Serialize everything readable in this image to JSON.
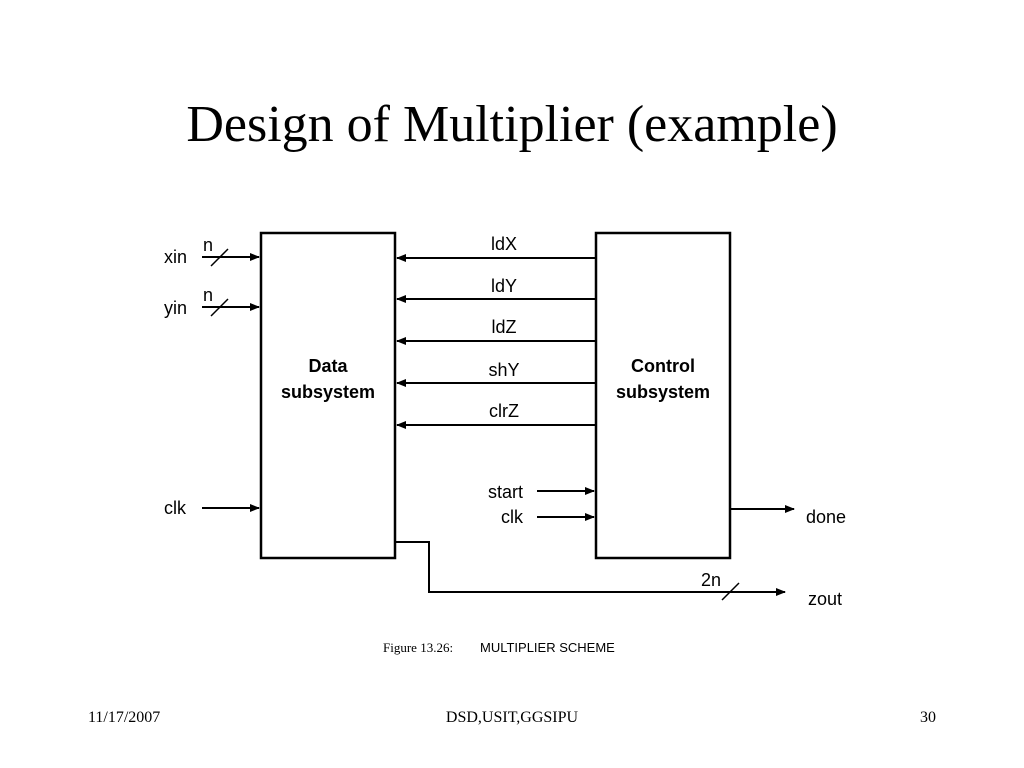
{
  "slide": {
    "title": "Design of Multiplier (example)",
    "footer_left": "11/17/2007",
    "footer_center": "DSD,USIT,GGSIPU",
    "footer_right": "30"
  },
  "diagram": {
    "data_box": {
      "line1": "Data",
      "line2": "subsystem"
    },
    "control_box": {
      "line1": "Control",
      "line2": "subsystem"
    },
    "data_inputs": {
      "xin": "xin",
      "yin": "yin",
      "clk": "clk",
      "bus_width": "n"
    },
    "control_signals": [
      "ldX",
      "ldY",
      "ldZ",
      "shY",
      "clrZ"
    ],
    "control_inputs": {
      "start": "start",
      "clk": "clk"
    },
    "outputs": {
      "done": "done",
      "zout": "zout",
      "zout_width": "2n"
    },
    "caption": {
      "figure": "Figure 13.26:",
      "name": "MULTIPLIER SCHEME"
    }
  }
}
